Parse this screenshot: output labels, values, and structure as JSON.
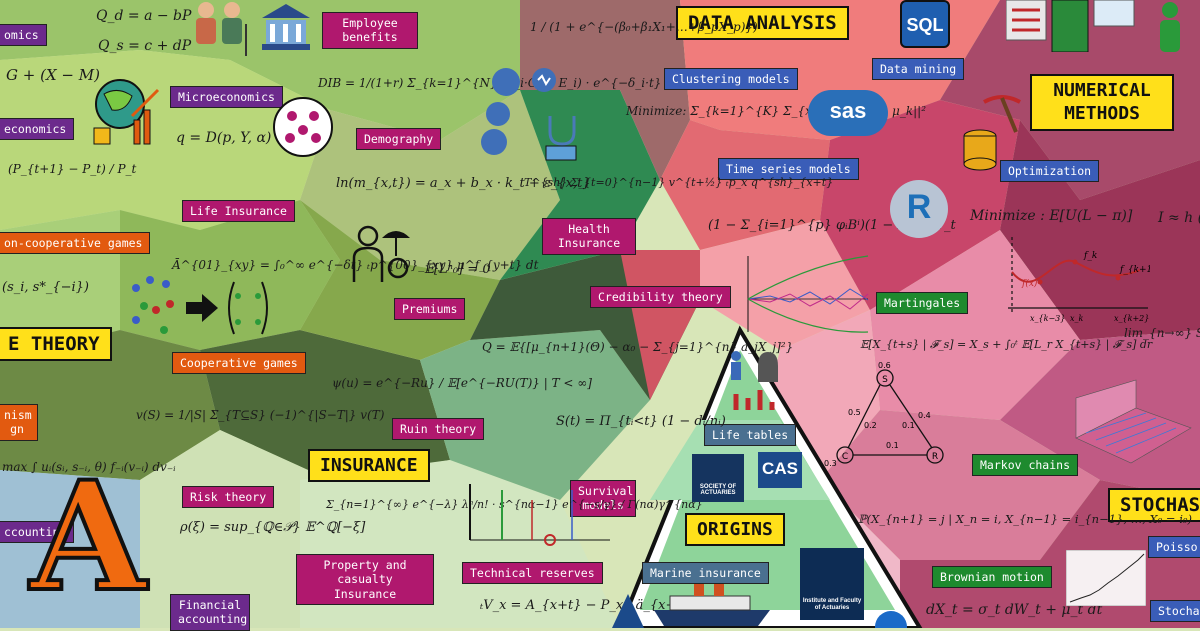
{
  "labels": {
    "data_analysis": "DATA ANALYSIS",
    "numerical_methods": "NUMERICAL METHODS",
    "game_theory": "E THEORY",
    "insurance": "INSURANCE",
    "origins": "ORIGINS",
    "stochastic": "STOCHAS",
    "economics_top": "omics",
    "economics_mid": "economics",
    "microeconomics": "Microeconomics",
    "employee_benefits": "Employee benefits",
    "demography": "Demography",
    "life_insurance": "Life Insurance",
    "non_cooperative_games": "on-cooperative games",
    "cooperative_games": "Cooperative games",
    "premiums": "Premiums",
    "ruin_theory": "Ruin theory",
    "risk_theory": "Risk theory",
    "property_casualty": "Property and casualty Insurance",
    "financial_accounting": "Financial accounting",
    "accounting": "ccounting",
    "mechanism_design": "nism gn",
    "health_insurance": "Health Insurance",
    "credibility_theory": "Credibility theory",
    "survival_models": "Survival models",
    "technical_reserves": "Technical reserves",
    "clustering_models": "Clustering models",
    "data_mining": "Data mining",
    "time_series_models": "Time series models",
    "optimization": "Optimization",
    "martingales": "Martingales",
    "markov_chains": "Markov chains",
    "brownian_motion": "Brownian motion",
    "poisson": "Poisso",
    "stochastic_small": "Stocha",
    "life_tables": "Life tables",
    "marine_insurance": "Marine insurance"
  },
  "equations": {
    "demand": "Q_d = a − bP",
    "supply": "Q_s = c + dP",
    "gdp": "G + (X − M)",
    "logistic": "1 / (1 + e^{−(β₀+β₁X₁+…+β_pX_p)})",
    "dib": "DIB = 1/(1+r) Σ_{k=1}^{N} (L_i·C_i / E_i) · e^{−δ_i·t}",
    "demand_fn": "q = D(p, Y, α)",
    "inflation": "(P_{t+1} − P_t) / P_t",
    "lee_carter": "ln(m_{x,t}) = a_x + b_x · k_t + ε_{x,t}",
    "health": "T^{sh} Σ_{t=0}^{n−1} v^{t+½} ₜp_x q^{sh}_{x+t}",
    "clustering": "Minimize: Σ_{k=1}^{K} Σ_{xᵢ∈C_k} ||xᵢ − μ_k||²",
    "arima": "(1 − Σ_{i=1}^{p} φᵢBⁱ)(1 − B)^d Y_t",
    "loss": "Minimize : E[U(L − π)]",
    "annuity": "Ā^{01}_{xy} = ∫₀^∞ e^{−δt} ₜp^{00}_{xy} μ^f_{y+t} dt",
    "nash": "(s_i, s*_{−i})",
    "expected_loss": "𝔼[Lⁿ₀] = 0",
    "credibility": "Q = 𝔼{[μ_{n+1}(Θ) − α₀ − Σ_{j=1}^{n} a_jX_j]²}",
    "ruin": "ψ(u) = e^{−Ru} / 𝔼[e^{−RU(T)} | T < ∞]",
    "shapley": "v(S) = 1/|S| Σ_{T⊆S} (−1)^{|S−T|} v(T)",
    "kaplan_meier": "S(t) = Π_{tᵢ<t} (1 − dᵢ/nᵢ)",
    "utility": "max ∫ uᵢ(sᵢ, s₋ᵢ, θ) f₋ᵢ(v₋ᵢ) dv₋ᵢ",
    "risk_measure": "ρ(ξ) = sup_{ℚ∈𝒫} 𝔼^ℚ[−ξ]",
    "claims": "Σ_{n=1}^{∞} e^{−λ} λⁿ/n! · s^{nα−1} e^{−s/γ} / Γ(nα)γ^{nα}",
    "reserve": "ₜV_x = A_{x+t} − P_x · ä_{x+t}",
    "martingale": "𝔼[X_{t+s} | 𝓕_s] = X_s + ∫₀ᵗ 𝔼[L_r X_{t+s} | 𝓕_s] dr",
    "markov": "ℙ(X_{n+1} = j | X_n = i, X_{n−1} = i_{n−1}, …, X₀ = i₀)",
    "sde": "dX_t = σ_t dW_t + μ_t dt",
    "integral_approx": "I ≈ h (",
    "limit": "lim_{n→∞} S_n / n"
  },
  "markov_chain": {
    "states": [
      "S",
      "C",
      "R"
    ],
    "probs": [
      "0.6",
      "0.5",
      "0.2",
      "0.4",
      "0.1",
      "0.1",
      "0.3"
    ]
  },
  "optimization_plot": {
    "points": [
      "f(x)",
      "f_k",
      "f_{k+1}"
    ],
    "ticks": [
      "x_{k−3}",
      "x_k",
      "x_{k+2}"
    ]
  },
  "logos": {
    "sql": "SQL",
    "sas": "sas",
    "r": "R",
    "cas": "CAS",
    "soa": "SOCIETY OF ACTUARIES",
    "ifoa": "Institute and Faculty of Actuaries",
    "brand_letter": "A"
  },
  "colors": {
    "magenta": "#b0186e",
    "purple": "#6c2a8c",
    "blue": "#3a5db8",
    "green": "#1e8a2e",
    "orange": "#e25a10",
    "yellow": "#ffe01a"
  }
}
